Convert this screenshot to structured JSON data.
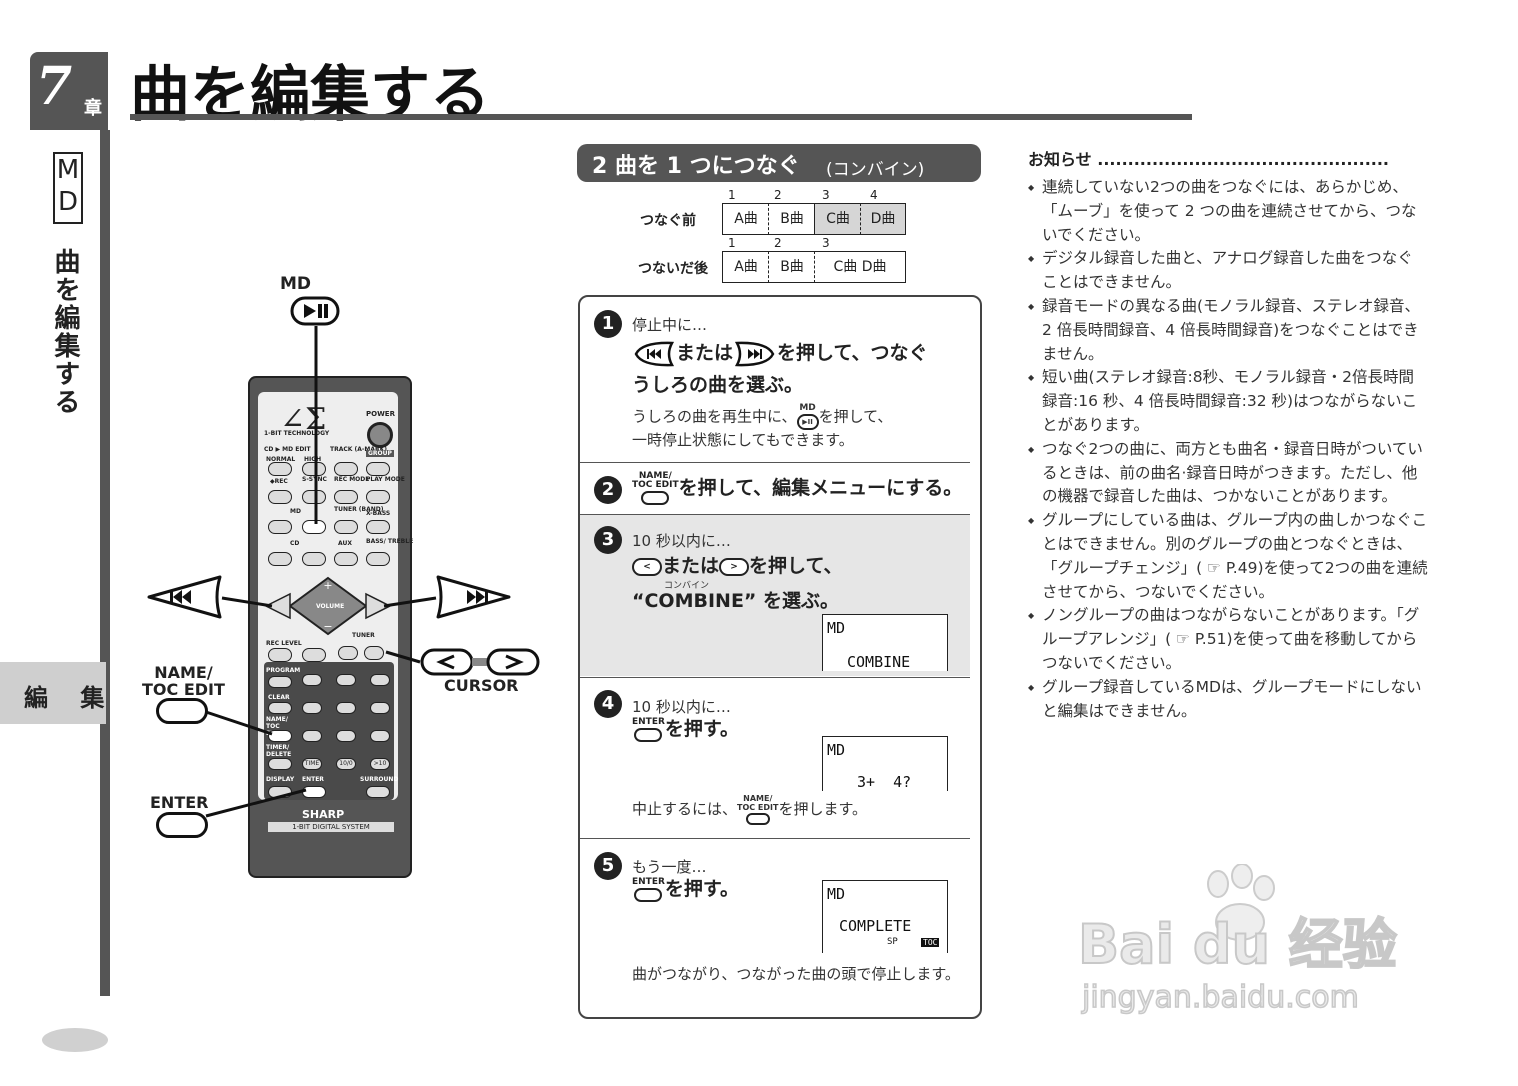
{
  "chapter": {
    "number": "7",
    "suffix": "章"
  },
  "sidebar": {
    "md_label": "MD",
    "title": "曲を編集する",
    "tab": "編 集"
  },
  "page_title": "曲を編集する",
  "remote": {
    "brand": "SHARP",
    "system": "1-BIT DIGITAL SYSTEM",
    "tech": "1-BIT TECHNOLOGY",
    "power": "POWER",
    "labels": [
      "CD ▶ MD EDIT",
      "TRACK (A-MARK)",
      "GROUP",
      "NORMAL",
      "HIGH",
      "◆REC",
      "S-SYNC",
      "REC MODE",
      "PLAY MODE",
      "MD",
      "TUNER (BAND)",
      "X-BASS",
      "CD",
      "AUX",
      "BASS/ TREBLE",
      "VOLUME",
      "REC LEVEL",
      "TUNER",
      "PROGRAM",
      "CLEAR",
      "NAME/ TOC EDIT",
      "TIMER/ DELETE",
      "DISPLAY",
      "ENTER",
      "SURROUND",
      "TIME",
      "10/0",
      ">10"
    ],
    "callouts": {
      "md": "MD",
      "name": "NAME/\nTOC EDIT",
      "enter": "ENTER",
      "cursor": "CURSOR"
    }
  },
  "section": {
    "title": "2 曲を 1 つにつなぐ",
    "subtitle": "(コンバイン)",
    "before_label": "つなぐ前",
    "after_label": "つないだ後",
    "track_numbers_before": [
      "1",
      "2",
      "3",
      "4"
    ],
    "track_numbers_after": [
      "1",
      "2",
      "3"
    ],
    "before_cells": [
      "A曲",
      "B曲",
      "C曲",
      "D曲"
    ],
    "after_cells": [
      "A曲",
      "B曲",
      "C曲 D曲"
    ]
  },
  "steps": [
    {
      "num": "1",
      "lead": "停止中に…",
      "instr_a_mid": "または",
      "instr_a_end": "を押して、つなぐ",
      "instr_b": "うしろの曲を選ぶ。",
      "note_a_pre": "うしろの曲を再生中に、",
      "note_a_key": "MD",
      "note_a_post": "を押して、",
      "note_b": "一時停止状態にしてもできます。"
    },
    {
      "num": "2",
      "key": "NAME/\nTOC EDIT",
      "instr": "を押して、編集メニューにする。"
    },
    {
      "num": "3",
      "lead": "10 秒以内に…",
      "instr_a_mid": "または",
      "instr_a_end": "を押して、",
      "ruby": "コンバイン",
      "instr_b": "“COMBINE” を選ぶ。",
      "lcd": [
        "MD",
        "COMBINE"
      ]
    },
    {
      "num": "4",
      "lead": "10 秒以内に…",
      "key": "ENTER",
      "instr": "を押す。",
      "lcd": [
        "MD",
        "3+  4?"
      ],
      "note_pre": "中止するには、",
      "note_key": "NAME/\nTOC EDIT",
      "note_post": "を押します。"
    },
    {
      "num": "5",
      "lead": "もう一度…",
      "key": "ENTER",
      "instr": "を押す。",
      "lcd": [
        "MD",
        "COMPLETE",
        "SP",
        "TOC"
      ],
      "note": "曲がつながり、つながった曲の頭で停止します。"
    }
  ],
  "notice": {
    "heading": "お知らせ ................................................",
    "items": [
      "連続していない2つの曲をつなぐには、あらかじめ、「ムーブ」を使って 2 つの曲を連続させてから、つないでください。",
      "デジタル録音した曲と、アナログ録音した曲をつなぐことはできません。",
      "録音モードの異なる曲(モノラル録音、ステレオ録音、2 倍長時間録音、4 倍長時間録音)をつなぐことはできません。",
      "短い曲(ステレオ録音:8秒、モノラル録音・2倍長時間録音:16 秒、4 倍長時間録音:32 秒)はつながらないことがあります。",
      "つなぐ2つの曲に、両方とも曲名・録音日時がついているときは、前の曲名·録音日時がつきます。ただし、他の機器で録音した曲は、つかないことがあります。",
      "グループにしている曲は、グループ内の曲しかつなぐことはできません。別のグループの曲とつなぐときは、「グループチェンジ」( ☞ P.49)を使って2つの曲を連続させてから、つないでください。",
      "ノングループの曲はつながらないことがあります。「グループアレンジ」( ☞ P.51)を使って曲を移動してからつないでください。",
      "グループ録音しているMDは、グループモードにしないと編集はできません。"
    ]
  },
  "watermark": {
    "logo": "Bai du 经验",
    "url": "jingyan.baidu.com"
  }
}
